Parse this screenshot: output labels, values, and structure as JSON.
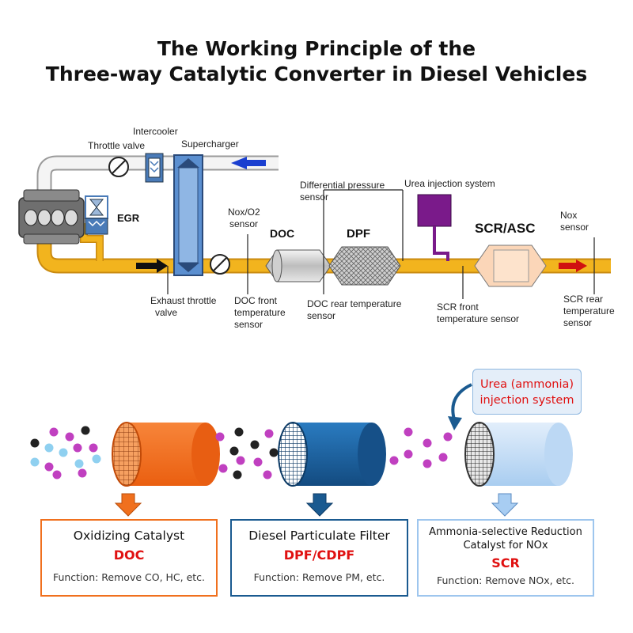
{
  "title": {
    "line1": "The Working Principle of the",
    "line2": "Three-way Catalytic Converter in Diesel Vehicles"
  },
  "system_diagram": {
    "labels": {
      "intercooler": "Intercooler",
      "throttle_valve": "Throttle valve",
      "supercharger": "Supercharger",
      "egr": "EGR",
      "differential_pressure_1": "Differential pressure",
      "differential_pressure_2": "sensor",
      "urea_injection_system": "Urea injection system",
      "nox_o2_1": "Nox/O2",
      "nox_o2_2": "sensor",
      "doc": "DOC",
      "dpf": "DPF",
      "scr_asc": "SCR/ASC",
      "nox_sensor_1": "Nox",
      "nox_sensor_2": "sensor",
      "exhaust_throttle_1": "Exhaust throttle",
      "exhaust_throttle_2": "valve",
      "doc_front_1": "DOC front",
      "doc_front_2": "temperature",
      "doc_front_3": "sensor",
      "doc_rear_1": "DOC rear temperature",
      "doc_rear_2": "sensor",
      "scr_front_1": "SCR front",
      "scr_front_2": "temperature sensor",
      "scr_rear_1": "SCR rear",
      "scr_rear_2": "temperature",
      "scr_rear_3": "sensor"
    }
  },
  "stages": [
    {
      "heading": "Oxidizing Catalyst",
      "abbr": "DOC",
      "function": "Function: Remove CO, HC, etc.",
      "color": "#f0701e"
    },
    {
      "heading": "Diesel Particulate Filter",
      "abbr": "DPF/CDPF",
      "function": "Function: Remove PM, etc.",
      "color": "#1a5a90"
    },
    {
      "heading_line1": "Ammonia-selective Reduction",
      "heading_line2": "Catalyst for NOx",
      "abbr": "SCR",
      "function": "Function: Remove NOx, etc.",
      "color": "#9ec6ee"
    }
  ],
  "urea_callout": {
    "line1": "Urea (ammonia)",
    "line2": "injection system"
  },
  "colors": {
    "pipe": "#f2b41e",
    "abbr_red": "#e01010",
    "doc_orange": "#f0701e",
    "dpf_blue": "#1a5a90",
    "scr_light_blue": "#9ec6ee",
    "arrow_blue": "#1a3fd0",
    "urea_purple": "#7a1a8a"
  }
}
